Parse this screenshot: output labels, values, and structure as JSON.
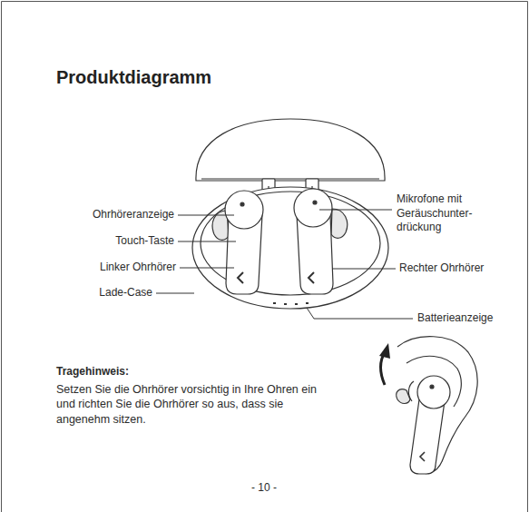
{
  "diagram": {
    "title": "Produktdiagramm",
    "labels": [
      "Ohrhöreranzeige",
      "Touch-Taste",
      "Linker Ohrhörer",
      "Lade-Case",
      "Mikrofone mit Geräuschunter- drückung",
      "Rechter Ohrhörer",
      "Batterieanzeige",
      "Tragehinweis:",
      "Setzen Sie die Ohrhörer vorsichtig in Ihre Ohren ein und richten Sie die Ohrhörer so aus, dass sie angenehm sitzen.",
      "- 10 -"
    ]
  }
}
